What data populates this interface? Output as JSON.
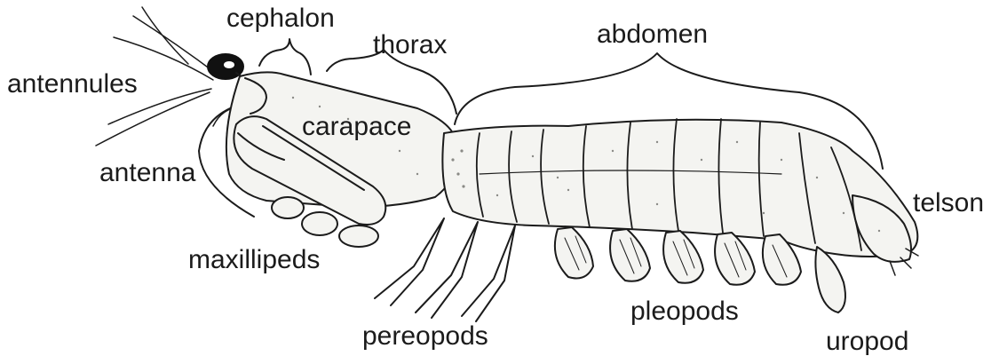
{
  "labels": {
    "cephalon": "cephalon",
    "thorax": "thorax",
    "abdomen": "abdomen",
    "antennules": "antennules",
    "carapace": "carapace",
    "antenna": "antenna",
    "telson": "telson",
    "maxillipeds": "maxillipeds",
    "pleopods": "pleopods",
    "pereopods": "pereopods",
    "uropod": "uropod"
  },
  "colors": {
    "ink": "#1b1b1b",
    "body_fill": "#f4f4f1",
    "stipple": "#8a8a86"
  }
}
